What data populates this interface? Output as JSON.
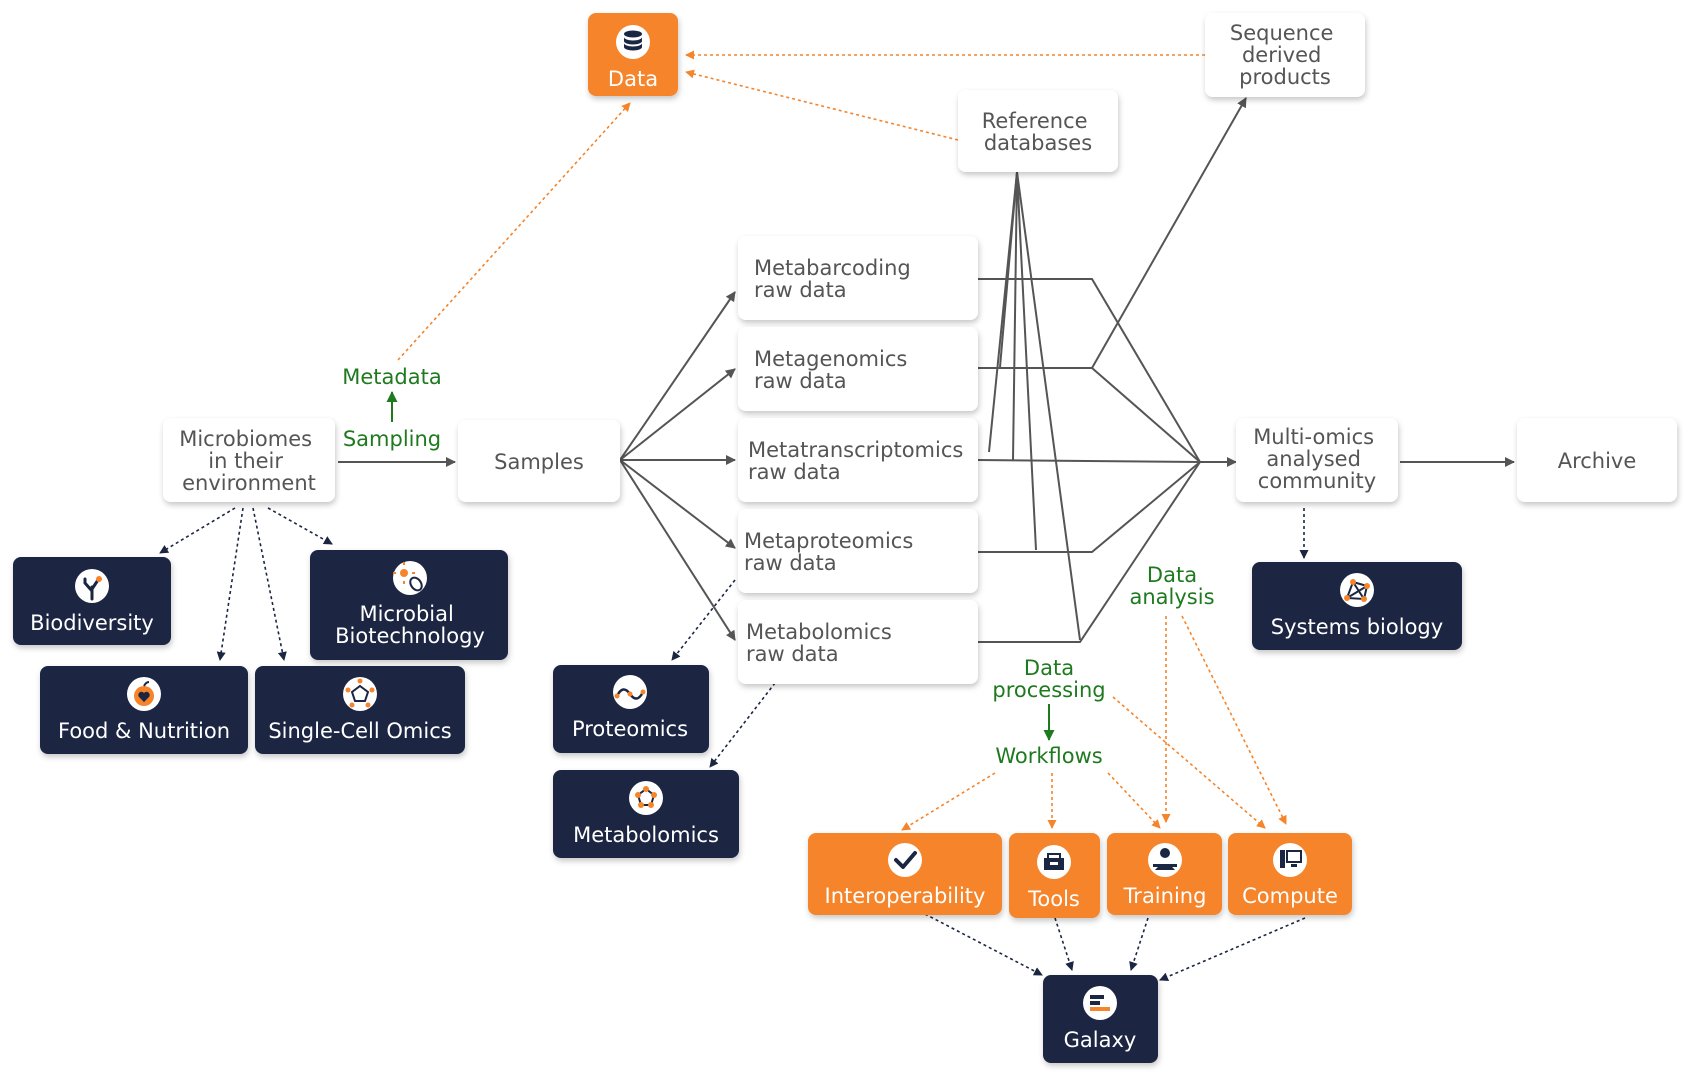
{
  "colors": {
    "orange": "#f5842a",
    "navy": "#1b2642",
    "white_box_text": "#555555",
    "green_label": "#1f7a1f",
    "connector": "#555555",
    "dotted_orange": "#f5842a",
    "dotted_dark": "#1b2642"
  },
  "nodes": {
    "data": {
      "lines": [
        "Data"
      ],
      "icon": "database-icon"
    },
    "sequence_products": {
      "lines": [
        "Sequence",
        "derived",
        "products"
      ]
    },
    "reference_db": {
      "lines": [
        "Reference",
        "databases"
      ]
    },
    "microbiomes": {
      "lines": [
        "Microbiomes",
        "in their",
        "environment"
      ]
    },
    "samples": {
      "lines": [
        "Samples"
      ]
    },
    "metabarcoding": {
      "lines": [
        "Metabarcoding",
        "raw data"
      ]
    },
    "metagenomics": {
      "lines": [
        "Metagenomics",
        "raw data"
      ]
    },
    "metatranscriptomics": {
      "lines": [
        "Metatranscriptomics",
        "raw data"
      ]
    },
    "metaproteomics": {
      "lines": [
        "Metaproteomics",
        "raw data"
      ]
    },
    "metabolomics_raw": {
      "lines": [
        "Metabolomics",
        "raw data"
      ]
    },
    "multiomics": {
      "lines": [
        "Multi-omics",
        "analysed",
        "community"
      ]
    },
    "archive": {
      "lines": [
        "Archive"
      ]
    },
    "biodiversity": {
      "lines": [
        "Biodiversity"
      ],
      "icon": "tree-icon"
    },
    "microbial_biotech": {
      "lines": [
        "Microbial",
        "Biotechnology"
      ],
      "icon": "microbe-icon"
    },
    "food_nutrition": {
      "lines": [
        "Food & Nutrition"
      ],
      "icon": "apple-heart-icon"
    },
    "single_cell": {
      "lines": [
        "Single-Cell Omics"
      ],
      "icon": "cell-icon"
    },
    "proteomics": {
      "lines": [
        "Proteomics"
      ],
      "icon": "wave-icon"
    },
    "metabolomics": {
      "lines": [
        "Metabolomics"
      ],
      "icon": "molecule-ring-icon"
    },
    "systems_biology": {
      "lines": [
        "Systems biology"
      ],
      "icon": "network-icon"
    },
    "interoperability": {
      "lines": [
        "Interoperability"
      ],
      "icon": "checkmark-icon"
    },
    "tools": {
      "lines": [
        "Tools"
      ],
      "icon": "toolbox-icon"
    },
    "training": {
      "lines": [
        "Training"
      ],
      "icon": "teacher-icon"
    },
    "compute": {
      "lines": [
        "Compute"
      ],
      "icon": "computer-icon"
    },
    "galaxy": {
      "lines": [
        "Galaxy"
      ],
      "icon": "galaxy-logo-icon"
    }
  },
  "labels": {
    "metadata": "Metadata",
    "sampling": "Sampling",
    "data_analysis": [
      "Data",
      "analysis"
    ],
    "data_processing": [
      "Data",
      "processing"
    ],
    "workflows": "Workflows"
  }
}
